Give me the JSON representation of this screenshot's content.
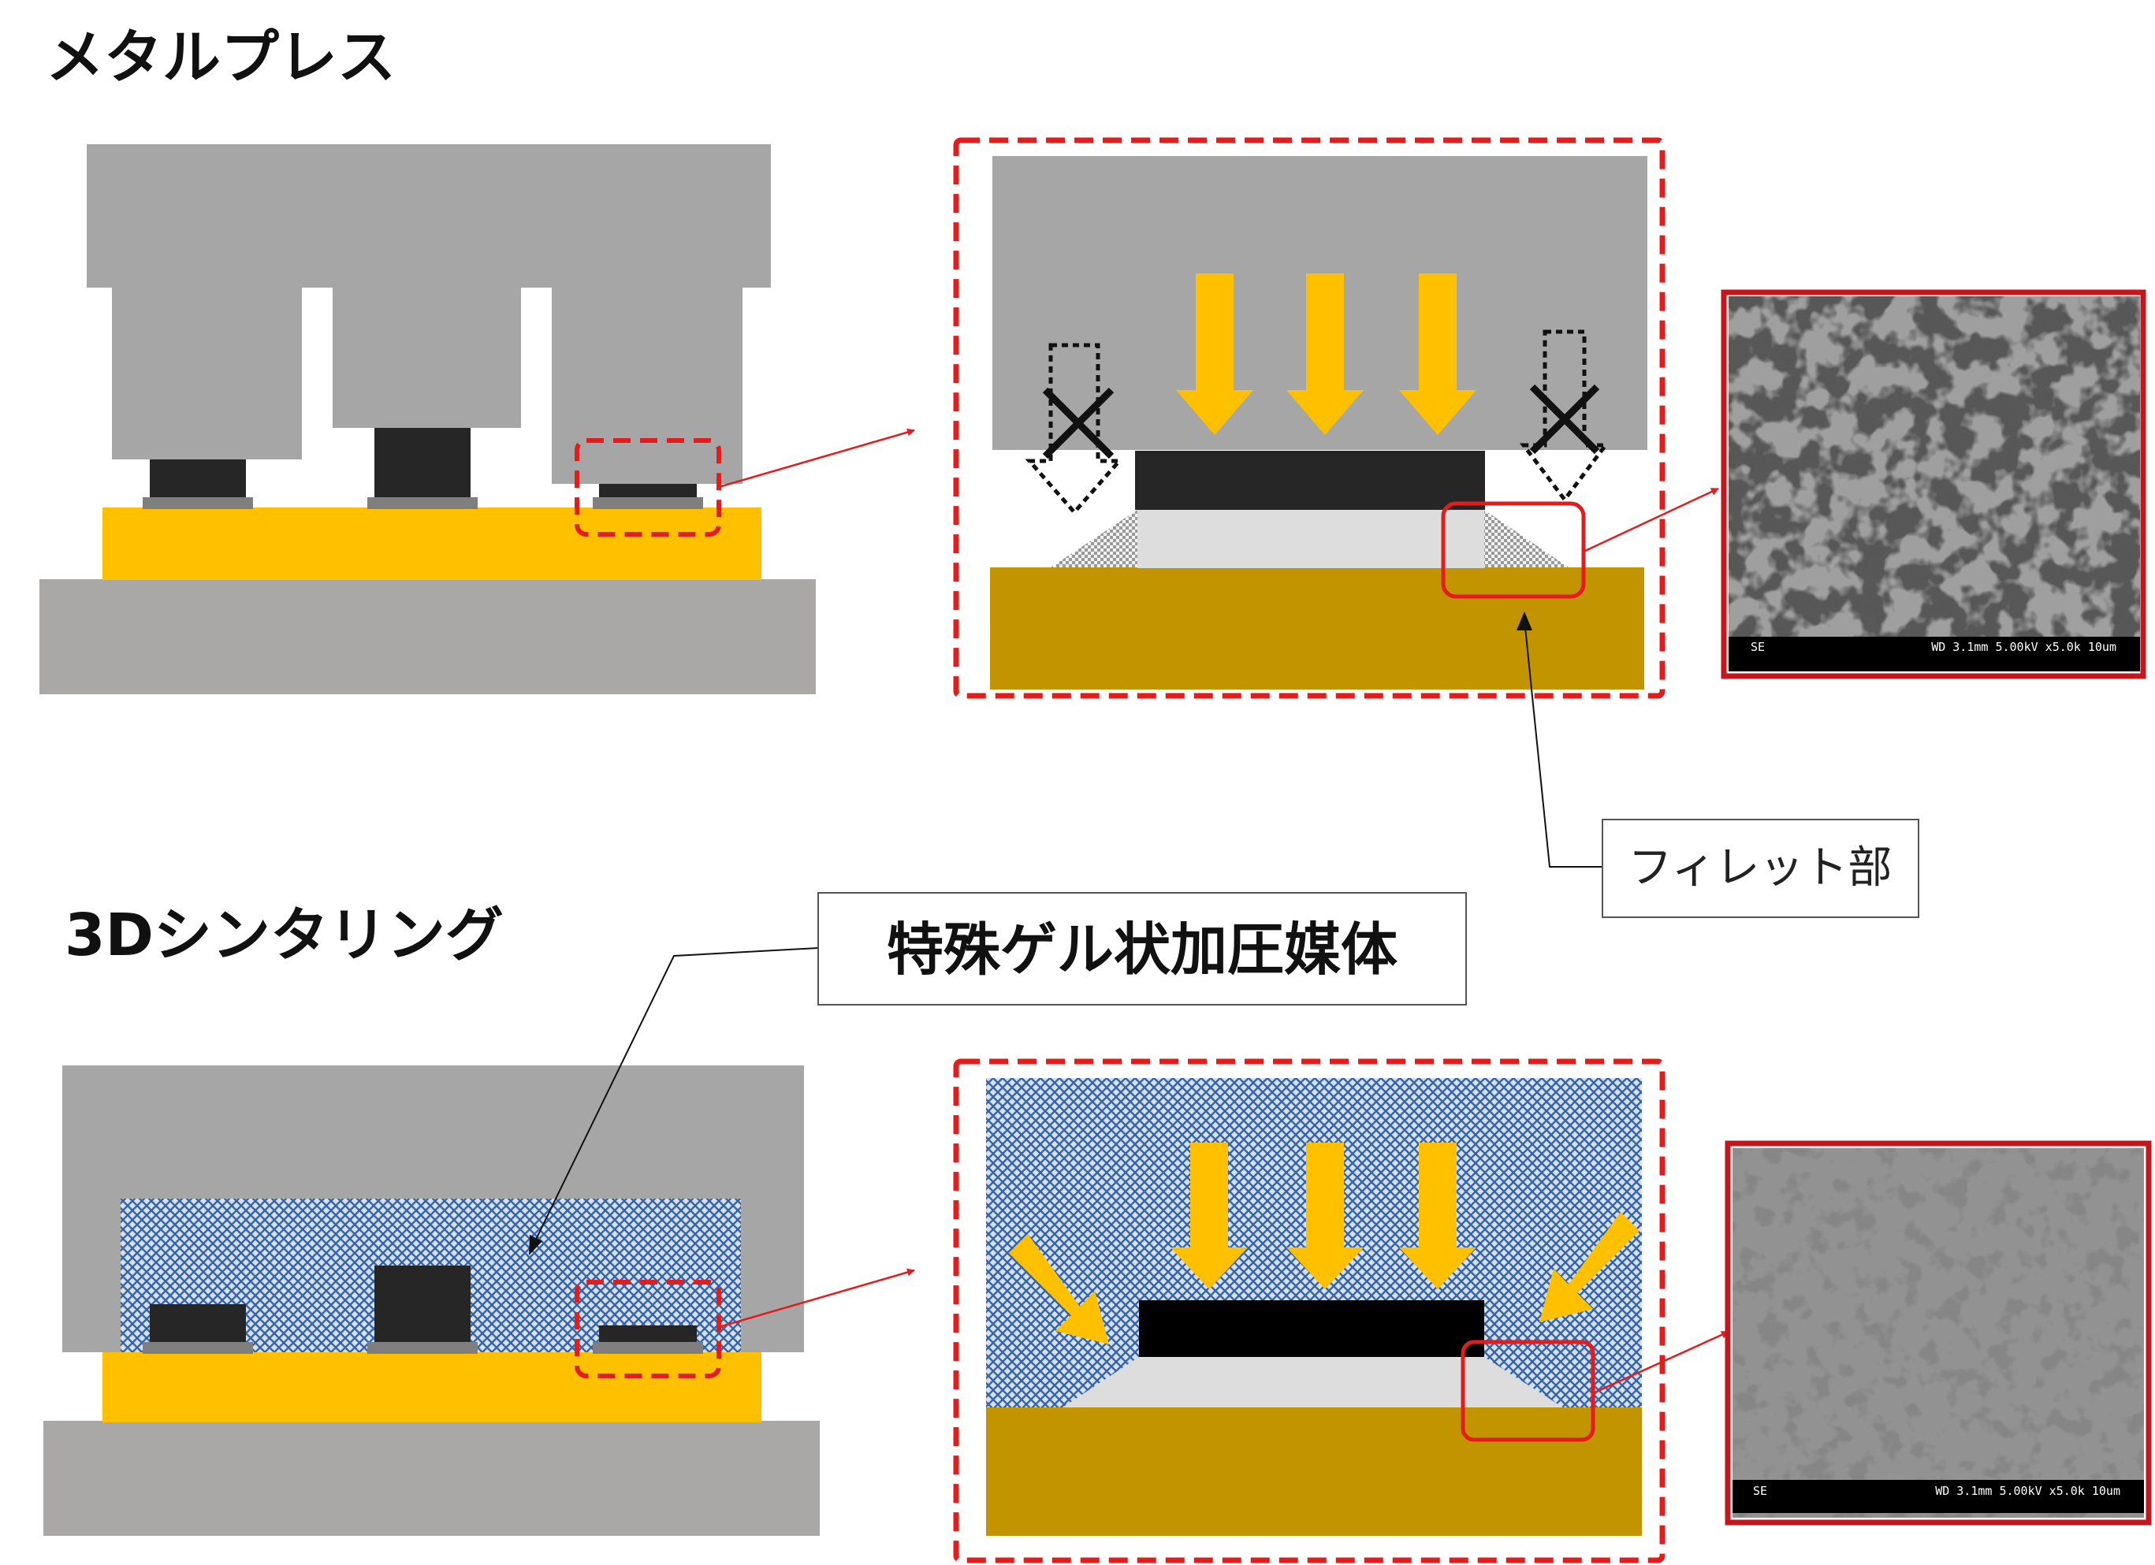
{
  "sections": {
    "metal_press": {
      "title": "メタルプレス"
    },
    "sintering_3d": {
      "title": "3Dシンタリング"
    }
  },
  "labels": {
    "fillet": "フィレット部",
    "gel_media": "特殊ゲル状加圧媒体"
  },
  "sem_images": {
    "top": {
      "left_tag": "SE",
      "info": "WD 3.1mm 5.00kV x5.0k  10um"
    },
    "bottom": {
      "left_tag": "SE",
      "info": "WD 3.1mm 5.00kV x5.0k  10um"
    }
  },
  "colors": {
    "press_gray": "#a6a6a6",
    "base_gray": "#aaa7a7",
    "substrate_yellow": "#ffc000",
    "substrate_dark_gold": "#c29400",
    "chip_black": "#262626",
    "bond_layer": "#dddddd",
    "arrow_yellow": "#ffc000",
    "highlight_red": "#e31c1c",
    "gel_blue": "#3565a8"
  },
  "icons": [
    "down-arrow-icon",
    "blocked-arrow-icon",
    "cross-icon",
    "diagonal-arrow-icon"
  ]
}
